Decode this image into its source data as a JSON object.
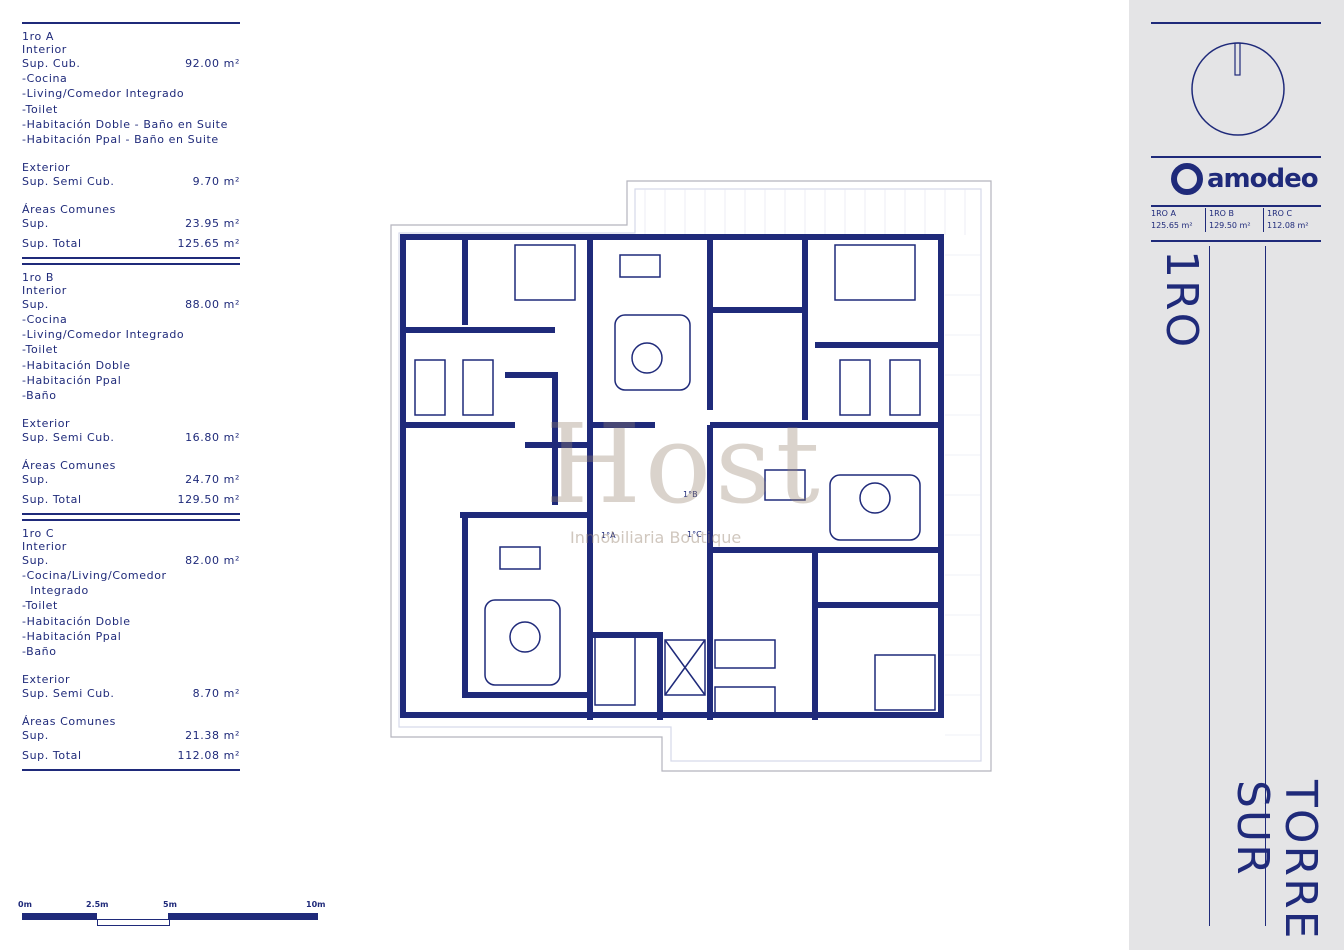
{
  "units": [
    {
      "name": "1ro A",
      "interior": "Interior",
      "sup_label": "Sup. Cub.",
      "sup": "92.00 m²",
      "features": [
        "-Cocina",
        "-Living/Comedor Integrado",
        "-Toilet",
        "-Habitación Doble - Baño en Suite",
        "-Habitación Ppal - Baño en Suite"
      ],
      "exterior": "Exterior",
      "ext_label": "Sup. Semi Cub.",
      "ext": "9.70 m²",
      "common": "Áreas Comunes",
      "common_label": "Sup.",
      "common_val": "23.95 m²",
      "total_label": "Sup. Total",
      "total": "125.65 m²"
    },
    {
      "name": "1ro B",
      "interior": "Interior",
      "sup_label": "Sup.",
      "sup": "88.00 m²",
      "features": [
        "-Cocina",
        "-Living/Comedor Integrado",
        "-Toilet",
        "-Habitación Doble",
        "-Habitación Ppal",
        "-Baño"
      ],
      "exterior": "Exterior",
      "ext_label": "Sup. Semi Cub.",
      "ext": "16.80 m²",
      "common": "Áreas Comunes",
      "common_label": "Sup.",
      "common_val": "24.70 m²",
      "total_label": "Sup. Total",
      "total": "129.50 m²"
    },
    {
      "name": "1ro C",
      "interior": "Interior",
      "sup_label": "Sup.",
      "sup": "82.00 m²",
      "features": [
        "-Cocina/Living/Comedor",
        "  Integrado",
        "-Toilet",
        "-Habitación Doble",
        "-Habitación Ppal",
        "-Baño"
      ],
      "exterior": "Exterior",
      "ext_label": "Sup. Semi Cub.",
      "ext": "8.70 m²",
      "common": "Áreas Comunes",
      "common_label": "Sup.",
      "common_val": "21.38 m²",
      "total_label": "Sup. Total",
      "total": "112.08 m²"
    }
  ],
  "scale": [
    "0m",
    "2.5m",
    "5m",
    "10m"
  ],
  "brand": "amodeo",
  "summary": [
    {
      "unit": "1RO A",
      "area": "125.65 m²"
    },
    {
      "unit": "1RO B",
      "area": "129.50 m²"
    },
    {
      "unit": "1RO C",
      "area": "112.08 m²"
    }
  ],
  "floor": "1RO",
  "tower": [
    "TORRE",
    "SUR"
  ],
  "plan_labels": {
    "a": "1°A",
    "b": "1°B",
    "c": "1°C"
  },
  "watermark": {
    "main": "Host",
    "sub": "Inmobiliaria Boutique"
  },
  "colors": {
    "navy": "#1f2a7a",
    "panel": "#e4e4e6"
  }
}
